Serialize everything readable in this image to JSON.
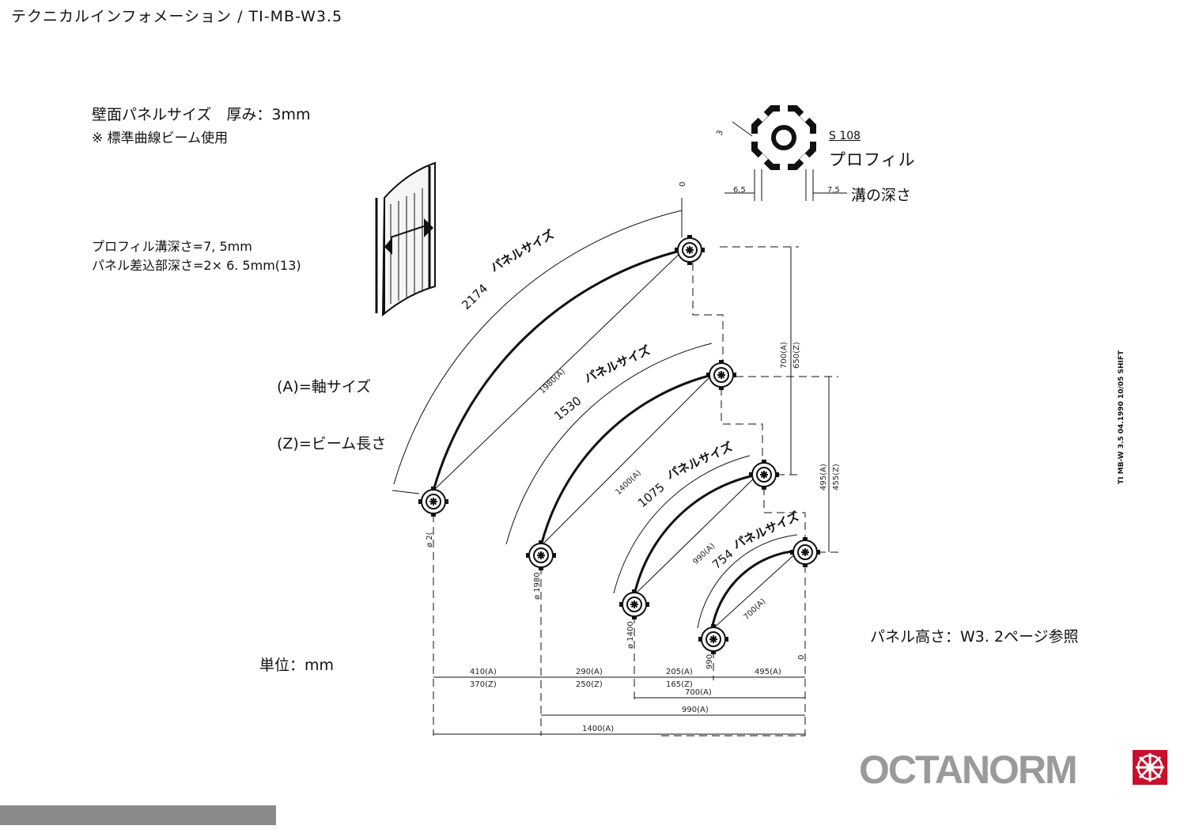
{
  "header": {
    "title": "テクニカルインフォメーション / TI-MB-W3.5"
  },
  "spec": {
    "panel_size": "壁面パネルサイズ　厚み：3mm",
    "beam_note": "※ 標準曲線ビーム使用"
  },
  "profile_depth": {
    "line1": "プロフィル溝深さ=7, 5mm",
    "line2": "パネル差込部深さ=2× 6. 5mm(13)"
  },
  "legend": {
    "a": "(A)=軸サイズ",
    "z": "(Z)=ビーム長さ"
  },
  "unit": "単位：mm",
  "panel_height_note": "パネル高さ：W3. 2ページ参照",
  "profile_detail": {
    "code": "S 108",
    "name": "プロフィル",
    "groove": "溝の深さ",
    "dim_left": "6,5",
    "dim_right": "7,5",
    "dim_top": "3"
  },
  "side_note": "TI MB-W 3.5 04.1990 10/05 SHIFT",
  "brand": {
    "logo": "OCTANORM",
    "color": "#9a9a9a",
    "accent": "#c8102e"
  },
  "diagram": {
    "panel_label": "パネルサイズ",
    "arcs": [
      {
        "panel": "2174",
        "chord": "1980(A)"
      },
      {
        "panel": "1530",
        "chord": "1400(A)"
      },
      {
        "panel": "1075",
        "chord": "990(A)"
      },
      {
        "panel": "754",
        "chord": "700(A)"
      }
    ],
    "diameters": [
      "ø 2(",
      "ø 1980",
      "ø 1400",
      "990"
    ],
    "zero_labels": [
      "0",
      "0"
    ],
    "vertical_dims": [
      {
        "a": "700(A)",
        "z": "650(Z)"
      },
      {
        "a": "495(A)",
        "z": "455(Z)"
      }
    ],
    "horizontal_dims": [
      {
        "a": "410(A)",
        "z": "370(Z)"
      },
      {
        "a": "290(A)",
        "z": "250(Z)"
      },
      {
        "a": "205(A)",
        "z": "165(Z)"
      },
      {
        "a": "495(A)"
      }
    ],
    "total_dims": [
      "700(A)",
      "990(A)",
      "1400(A)"
    ]
  }
}
